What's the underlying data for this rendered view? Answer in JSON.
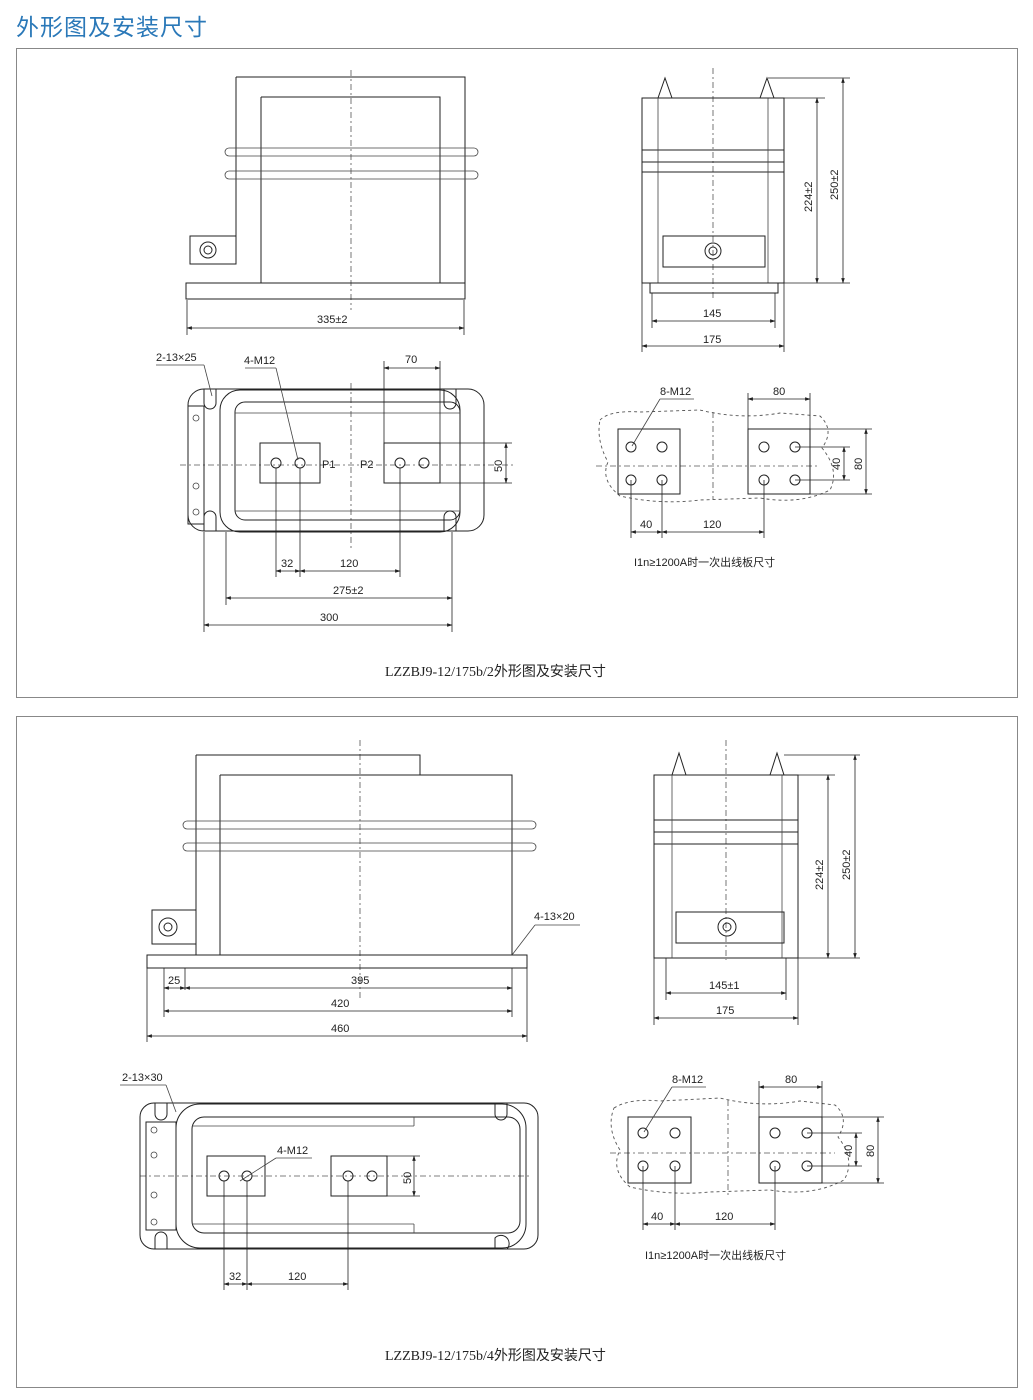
{
  "page": {
    "title": "外形图及安装尺寸"
  },
  "panel1": {
    "caption": "LZZBJ9-12/175b/2外形图及安装尺寸",
    "front": {
      "width": "335±2"
    },
    "side": {
      "h1": "224±2",
      "h2": "250±2",
      "w1": "145",
      "w2": "175"
    },
    "top": {
      "slot_note": "2-13×25",
      "thread_note": "4-M12",
      "spacing": "70",
      "p1": "P1",
      "p2": "P2",
      "height": "50",
      "d1": "32",
      "d2": "120",
      "d3": "275±2",
      "d4": "300"
    },
    "plate": {
      "thread_note": "8-M12",
      "w": "80",
      "h1": "40",
      "h2": "80",
      "d1": "40",
      "d2": "120",
      "note": "I1n≥1200A时一次出线板尺寸"
    }
  },
  "panel2": {
    "caption": "LZZBJ9-12/175b/4外形图及安装尺寸",
    "front": {
      "slot_note": "4-13×20",
      "d25": "25",
      "d395": "395",
      "d420": "420",
      "d460": "460"
    },
    "side": {
      "h1": "224±2",
      "h2": "250±2",
      "w1": "145±1",
      "w2": "175"
    },
    "top": {
      "slot_note": "2-13×30",
      "thread_note": "4-M12",
      "height": "50",
      "d1": "32",
      "d2": "120"
    },
    "plate": {
      "thread_note": "8-M12",
      "w": "80",
      "h1": "40",
      "h2": "80",
      "d1": "40",
      "d2": "120",
      "note": "I1n≥1200A时一次出线板尺寸"
    }
  }
}
